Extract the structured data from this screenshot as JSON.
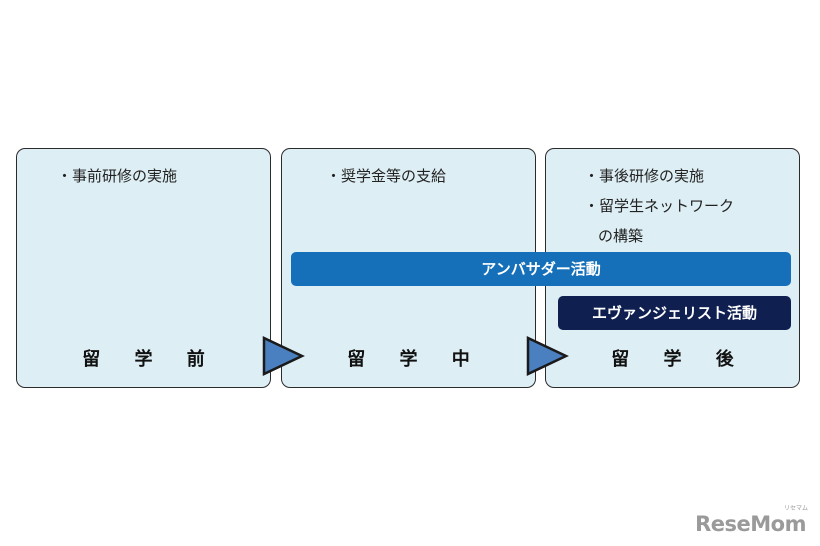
{
  "stages": [
    {
      "title": "留 学 前",
      "bullets": [
        "・事前研修の実施"
      ]
    },
    {
      "title": "留 学 中",
      "bullets": [
        "・奨学金等の支給"
      ]
    },
    {
      "title": "留 学 後",
      "bullets": [
        "・事後研修の実施",
        "・留学生ネットワーク",
        "の構築"
      ]
    }
  ],
  "activities": {
    "ambassador": "アンバサダー活動",
    "evangelist": "エヴァンジェリスト活動"
  },
  "colors": {
    "stage_bg": "#ddeef4",
    "ambassador": "#1670b9",
    "evangelist": "#0f1f4f",
    "arrow": "#4a7fc0"
  },
  "watermark": {
    "text": "ReseMom",
    "sub": "リセマム"
  }
}
